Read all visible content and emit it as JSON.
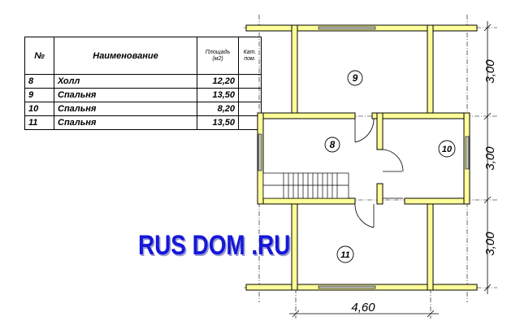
{
  "table": {
    "headers": {
      "number": "№",
      "name": "Наименование",
      "area_line1": "Площадь",
      "area_line2": "(м2)",
      "cat_line1": "Кат.",
      "cat_line2": "пом."
    },
    "rows": [
      {
        "num": "8",
        "name": "Холл",
        "area": "12,20",
        "cat": ""
      },
      {
        "num": "9",
        "name": "Спальня",
        "area": "13,50",
        "cat": ""
      },
      {
        "num": "10",
        "name": "Спальня",
        "area": "8,20",
        "cat": ""
      },
      {
        "num": "11",
        "name": "Спальня",
        "area": "13,50",
        "cat": ""
      }
    ]
  },
  "plan": {
    "room_labels": [
      "9",
      "8",
      "10",
      "11"
    ],
    "dimensions": {
      "right_top": "3,00",
      "right_middle": "3,00",
      "right_bottom": "3,00",
      "bottom_width": "4,60"
    },
    "colors": {
      "wall_fill": "#ffff99",
      "window": "#c0c0c0",
      "line": "#000000"
    }
  },
  "watermark": "RUS DOM .RU"
}
